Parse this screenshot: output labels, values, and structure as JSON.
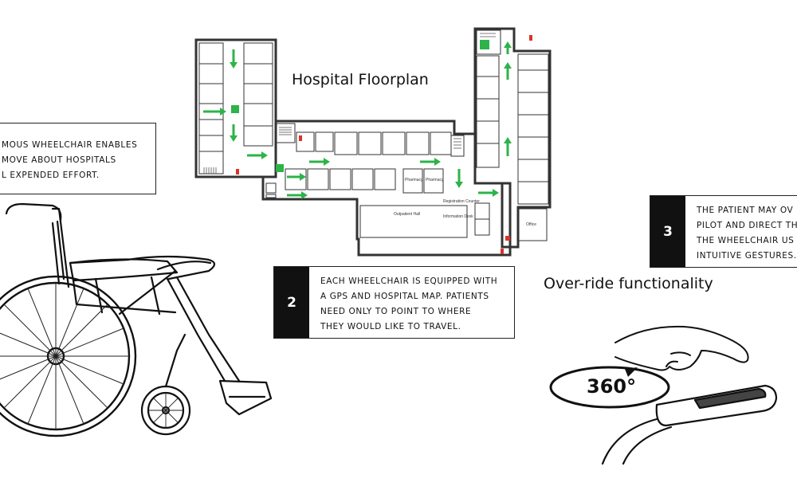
{
  "floorplan": {
    "title": "Hospital Floorplan",
    "labels": {
      "pharmacy_1": "Pharmacy",
      "pharmacy_2": "Pharmacy",
      "registration": "Registration Counter",
      "information": "Information Desk",
      "outpatient": "Outpatient Hall",
      "office": "Office"
    }
  },
  "step1": {
    "line1": "MOUS WHEELCHAIR ENABLES",
    "line2": "MOVE ABOUT HOSPITALS",
    "line3": "L EXPENDED EFFORT."
  },
  "step2": {
    "number": "2",
    "line1": "EACH WHEELCHAIR IS EQUIPPED WITH",
    "line2": "A GPS AND HOSPITAL MAP. PATIENTS",
    "line3": "NEED ONLY TO POINT TO WHERE",
    "line4": "THEY WOULD LIKE TO TRAVEL."
  },
  "step3": {
    "number": "3",
    "line1": "THE PATIENT MAY OV",
    "line2": "PILOT AND DIRECT TH",
    "line3": "THE WHEELCHAIR US",
    "line4": "INTUITIVE GESTURES."
  },
  "override": {
    "title": "Over-ride functionality",
    "rotation_label": "360°"
  },
  "colors": {
    "arrow_green": "#2db34a",
    "exit_green": "#2db34a",
    "fire_red": "#d9332b",
    "ink": "#111111"
  },
  "icons": [
    "wheelchair-illustration",
    "hand-pointing-icon",
    "joystick-armrest-icon",
    "rotation-arrow-icon",
    "fire-extinguisher-icon",
    "exit-sign-icon",
    "stairs-icon"
  ]
}
